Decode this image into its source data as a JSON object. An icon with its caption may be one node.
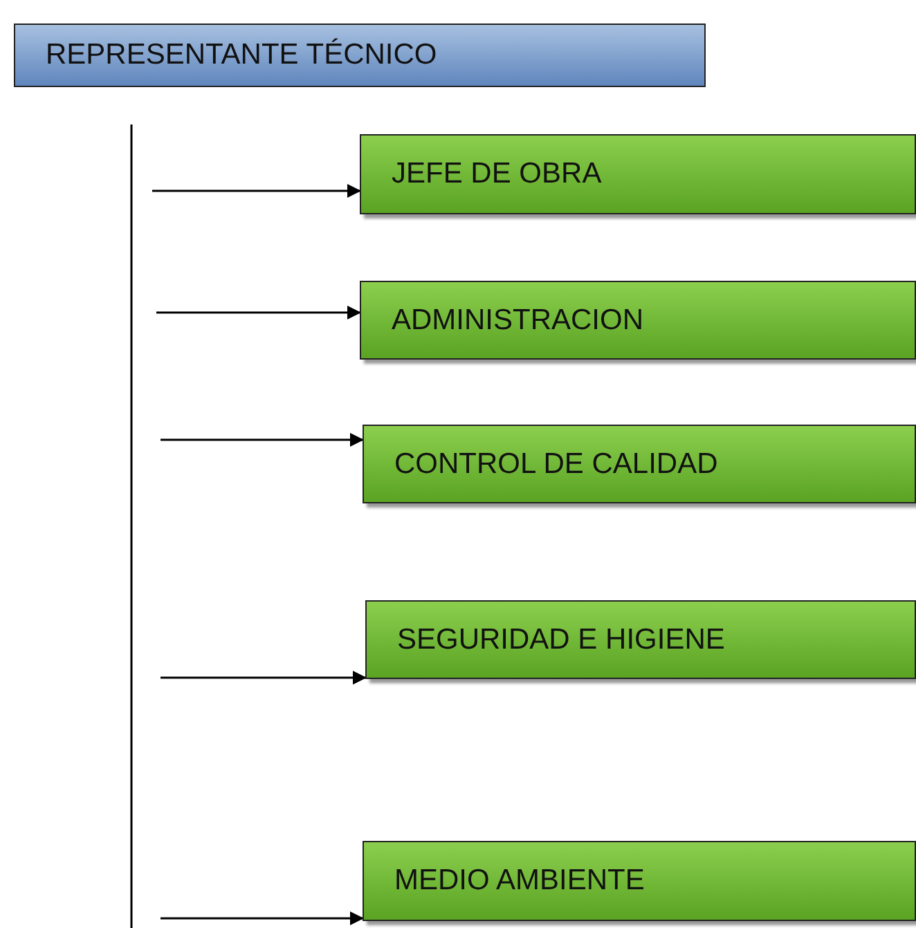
{
  "diagram": {
    "nodes": [
      {
        "text": [
          "REPRESENTANTE TÉCNICO"
        ]
      },
      {
        "text": [
          "JEFE DE OBRA"
        ]
      },
      {
        "text": [
          "ADMINISTRACION"
        ]
      },
      {
        "text": [
          "CONTROL DE CALIDAD"
        ]
      },
      {
        "text": [
          "SEGURIDAD E HIGIENE"
        ]
      },
      {
        "text": [
          "MEDIO AMBIENTE"
        ]
      }
    ],
    "edges": [
      {
        "from": null,
        "to": 1,
        "arrow": "to"
      },
      {
        "from": null,
        "to": 2,
        "arrow": "to"
      },
      {
        "from": null,
        "to": 3,
        "arrow": "to"
      },
      {
        "from": null,
        "to": 4,
        "arrow": "to"
      },
      {
        "from": null,
        "to": 5,
        "arrow": "to"
      }
    ]
  }
}
